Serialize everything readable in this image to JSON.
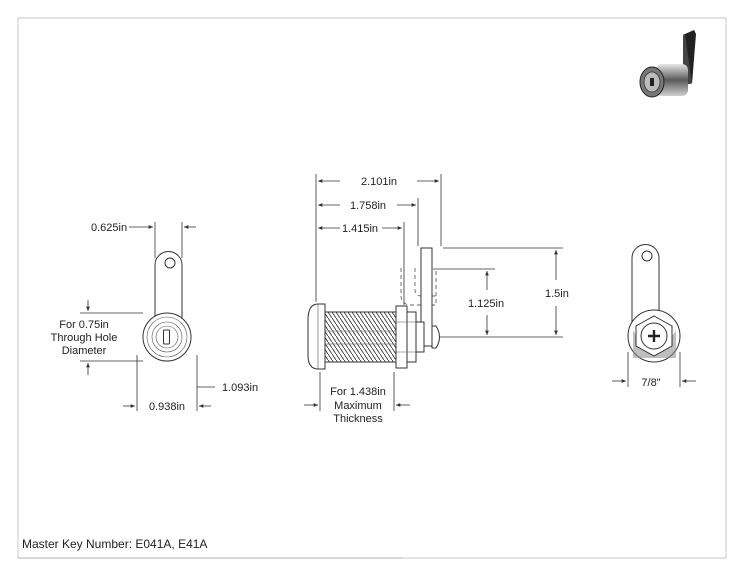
{
  "dimensions": {
    "overall_length": "2.101in",
    "length_to_cam": "1.758in",
    "thread_length": "1.415in",
    "cam_width": "0.625in",
    "hole_note": [
      "For 0.75in",
      "Through Hole",
      "Diameter"
    ],
    "face_diameter": "1.093in",
    "body_width": "0.938in",
    "cam_offset": "1.125in",
    "cam_height": "1.5in",
    "thickness_note": [
      "For 1.438in",
      "Maximum",
      "Thickness"
    ],
    "nut_size": "7/8\""
  },
  "footer": {
    "master_key": "Master Key Number: E041A, E41A"
  }
}
